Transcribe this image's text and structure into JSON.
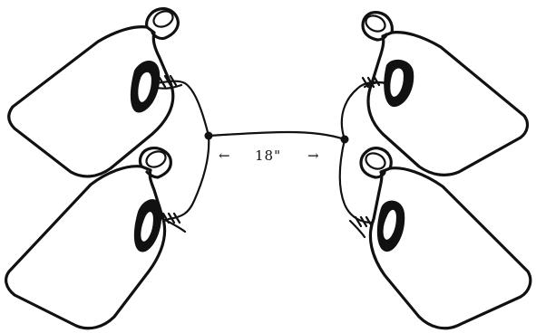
{
  "diagram": {
    "span_label": "18\"",
    "arrow_left": "←",
    "arrow_right": "→"
  },
  "colors": {
    "ink": "#111111",
    "paper": "#ffffff"
  },
  "objects": [
    "jug-top-left",
    "jug-bottom-left",
    "jug-top-right",
    "jug-bottom-right",
    "connecting-rope",
    "span-arrow-left",
    "span-arrow-right"
  ]
}
